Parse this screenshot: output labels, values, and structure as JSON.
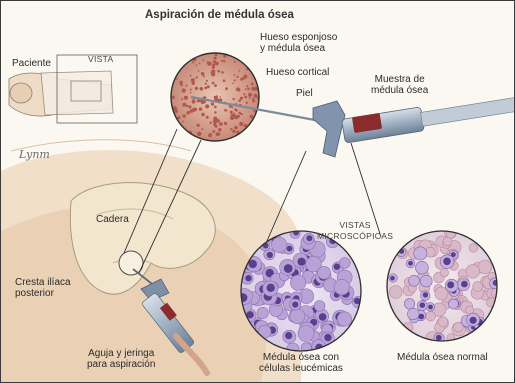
{
  "title": "Aspiración de médula ósea",
  "labels": {
    "paciente": "Paciente",
    "vista": "VISTA",
    "hueso_esponjoso": [
      "Hueso esponjoso",
      "y médula ósea"
    ],
    "hueso_cortical": "Hueso cortical",
    "piel": "Piel",
    "muestra": [
      "Muestra de",
      "médula ósea"
    ],
    "cadera": "Cadera",
    "cresta": [
      "Cresta ilíaca",
      "posterior"
    ],
    "aguja": [
      "Aguja y jeringa",
      "para aspiración"
    ],
    "vistas": [
      "VISTAS",
      "MICROSCÓPICAS"
    ],
    "leucemica": [
      "Médula ósea con",
      "células leucémicas"
    ],
    "normal": "Médula ósea normal",
    "signature": "Lynm"
  },
  "colors": {
    "marrow": "#b0584d",
    "skin": "#f0d4b6",
    "cell": "#b9a2d6",
    "nucleus": "#5a3f8f",
    "syringe_metal": "#8aa0b8",
    "blood": "#8c2b2b"
  }
}
